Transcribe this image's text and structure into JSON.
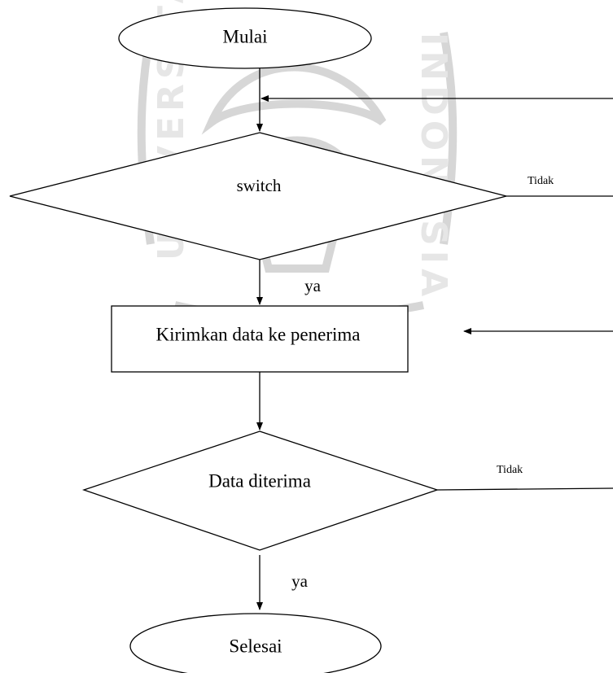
{
  "colors": {
    "stroke": "#000000",
    "background": "#ffffff",
    "watermark": "#d4d4d4"
  },
  "watermark": {
    "text_left": "UNIVERSITAS",
    "text_right": "INDONESIA"
  },
  "nodes": {
    "start": {
      "label": "Mulai"
    },
    "decision_switch": {
      "label": "switch"
    },
    "process_send": {
      "label": "Kirimkan data ke penerima"
    },
    "decision_received": {
      "label": "Data diterima"
    },
    "end": {
      "label": "Selesai"
    }
  },
  "edges": {
    "switch_yes": {
      "label": "ya"
    },
    "switch_no": {
      "label": "Tidak"
    },
    "received_yes": {
      "label": "ya"
    },
    "received_no": {
      "label": "Tidak"
    }
  }
}
